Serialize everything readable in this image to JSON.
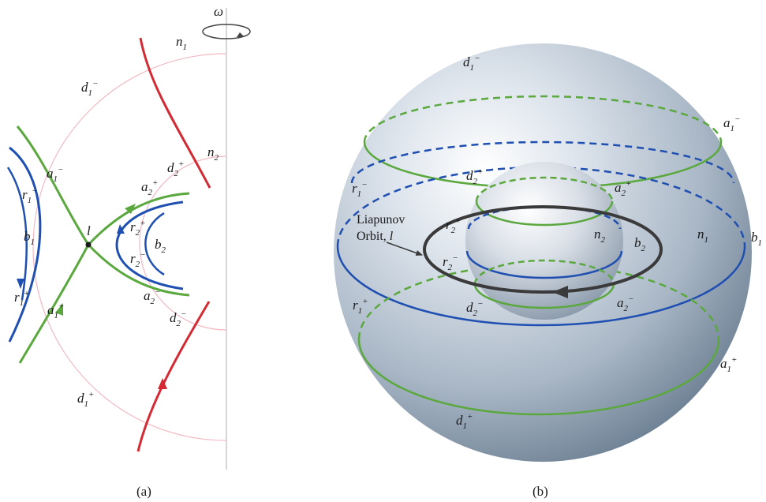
{
  "panel_a": {
    "caption": "(a)",
    "labels": {
      "omega": "ω",
      "n1": "n",
      "n1_sub": "1",
      "n2": "n",
      "n2_sub": "2",
      "d1m": "d",
      "d1m_sub": "1",
      "d1m_sup": "−",
      "d2p": "d",
      "d2p_sub": "2",
      "d2p_sup": "+",
      "a1m": "a",
      "a1m_sub": "1",
      "a1m_sup": "−",
      "a2p": "a",
      "a2p_sub": "2",
      "a2p_sup": "+",
      "r1m": "r",
      "r1m_sub": "1",
      "r1m_sup": "−",
      "r2p": "r",
      "r2p_sub": "2",
      "r2p_sup": "+",
      "r2m": "r",
      "r2m_sub": "2",
      "r2m_sup": "−",
      "b1": "b",
      "b1_sub": "1",
      "b2": "b",
      "b2_sub": "2",
      "l": "l",
      "r1p": "r",
      "r1p_sub": "1",
      "r1p_sup": "+",
      "a1p": "a",
      "a1p_sub": "1",
      "a1p_sup": "+",
      "a2m": "a",
      "a2m_sub": "2",
      "a2m_sup": "−",
      "d2m": "d",
      "d2m_sub": "2",
      "d2m_sup": "−",
      "d1p": "d",
      "d1p_sub": "1",
      "d1p_sup": "+"
    }
  },
  "panel_b": {
    "caption": "(b)",
    "liapunov_line1": "Liapunov",
    "liapunov_line2": "Orbit, ",
    "liapunov_l": "l",
    "labels": {
      "d1m": "d",
      "d1m_sub": "1",
      "d1m_sup": "−",
      "a1m": "a",
      "a1m_sub": "1",
      "a1m_sup": "−",
      "d2p": "d",
      "d2p_sub": "2",
      "d2p_sup": "+",
      "a2p": "a",
      "a2p_sub": "2",
      "a2p_sup": "+",
      "r1m": "r",
      "r1m_sub": "1",
      "r1m_sup": "−",
      "r2p": "r",
      "r2p_sub": "2",
      "r2p_sup": "+",
      "r2m": "r",
      "r2m_sub": "2",
      "r2m_sup": "−",
      "n2": "n",
      "n2_sub": "2",
      "b2": "b",
      "b2_sub": "2",
      "n1": "n",
      "n1_sub": "1",
      "b1": "b",
      "b1_sub": "1",
      "d2m": "d",
      "d2m_sub": "2",
      "d2m_sup": "−",
      "a2m": "a",
      "a2m_sub": "2",
      "a2m_sup": "−",
      "r1p": "r",
      "r1p_sub": "1",
      "r1p_sup": "+",
      "a1p": "a",
      "a1p_sub": "1",
      "a1p_sup": "+",
      "d1p": "d",
      "d1p_sub": "1",
      "d1p_sup": "+"
    }
  },
  "colors": {
    "green": "#5aa83e",
    "blue": "#1f4fb0",
    "red": "#d42a33",
    "pink": "#f2b8c2",
    "axis": "#c8c8c8",
    "orbit": "#3a3a3a"
  }
}
